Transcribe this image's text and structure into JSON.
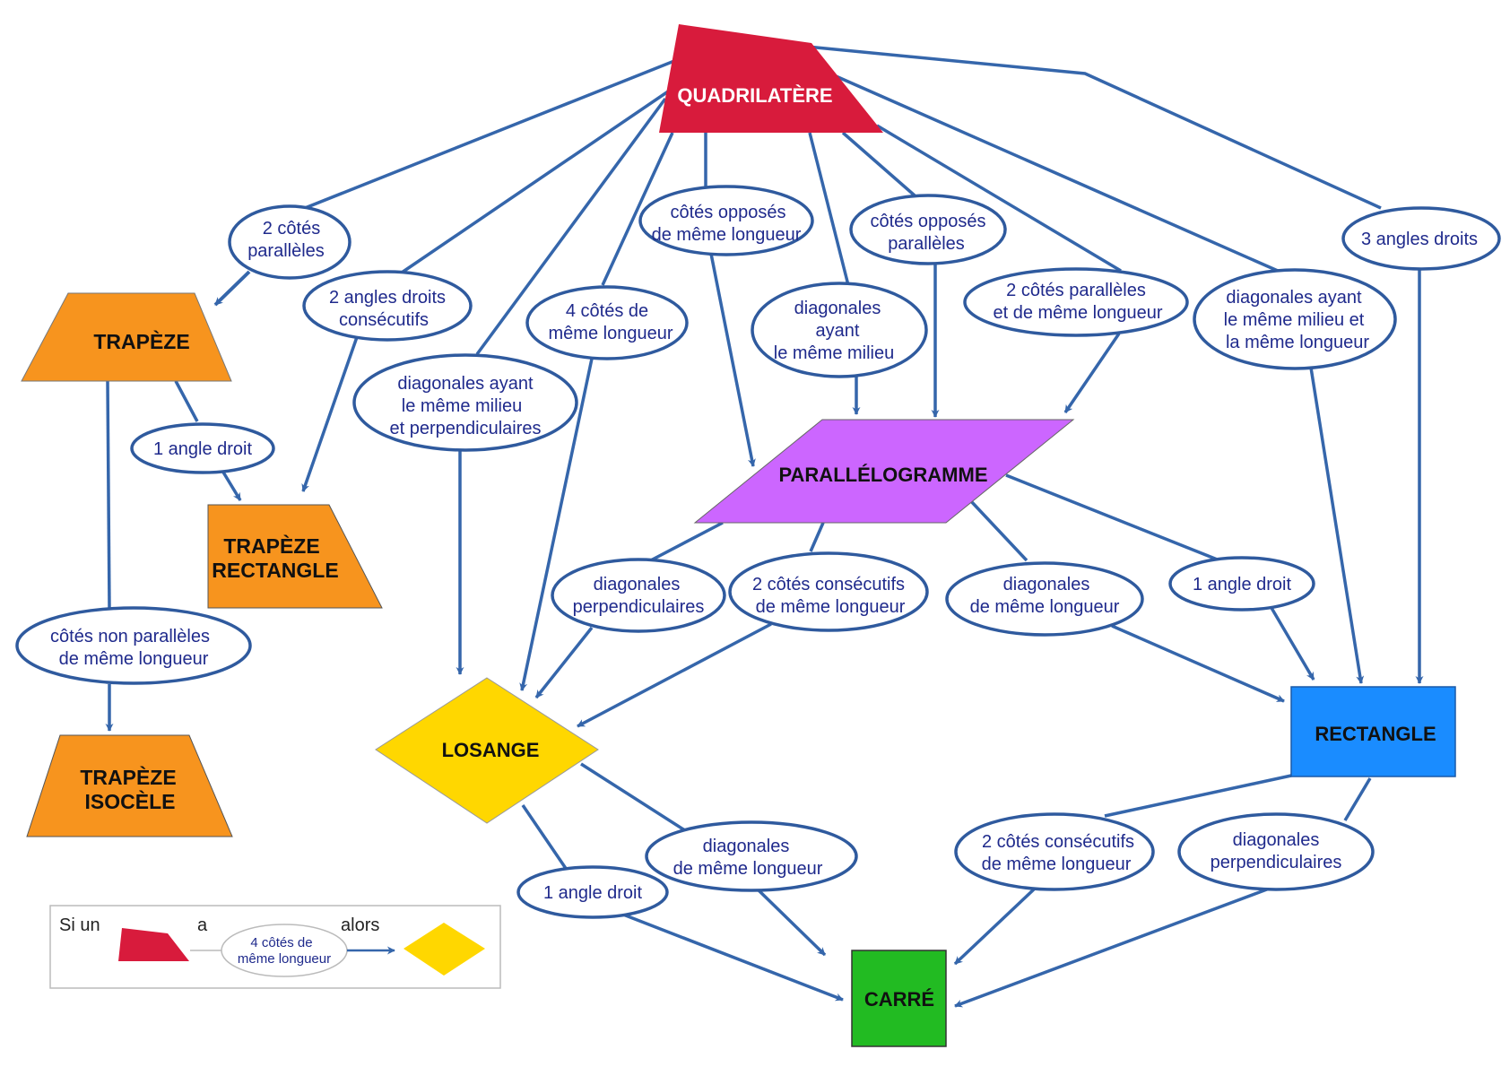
{
  "colors": {
    "quadrilatere": "#d81b3c",
    "trapeze": "#f7941e",
    "parallelogramme": "#cc66ff",
    "losange": "#ffd700",
    "rectangle": "#1a8cff",
    "carre": "#22bb22",
    "edge": "#3566ab",
    "ellipse_border": "#2f5a9e",
    "ellipse_text": "#1f2a8c"
  },
  "nodes": {
    "quadrilatere": "QUADRILATÈRE",
    "trapeze": "TRAPÈZE",
    "trapeze_rectangle": [
      "TRAPÈZE",
      "RECTANGLE"
    ],
    "trapeze_isocele": [
      "TRAPÈZE",
      "ISOCÈLE"
    ],
    "parallelogramme": "PARALLÉLOGRAMME",
    "losange": "LOSANGE",
    "rectangle": "RECTANGLE",
    "carre": "CARRÉ"
  },
  "conditions": {
    "c1": [
      "2 côtés",
      "parallèles"
    ],
    "c2": [
      "2 angles droits",
      "consécutifs"
    ],
    "c3": [
      "diagonales ayant",
      "le même milieu",
      "et perpendiculaires"
    ],
    "c4": [
      "4 côtés de",
      "même longueur"
    ],
    "c5": [
      "côtés opposés",
      "de même longueur"
    ],
    "c6": [
      "diagonales",
      "ayant",
      "le même milieu"
    ],
    "c7": [
      "côtés opposés",
      "parallèles"
    ],
    "c8": [
      "2 côtés parallèles",
      "et de même longueur"
    ],
    "c9": [
      "diagonales ayant",
      "le même milieu et",
      "la même longueur"
    ],
    "c10": [
      "3 angles droits"
    ],
    "c11": [
      "1 angle droit"
    ],
    "c12": [
      "côtés non parallèles",
      "de même longueur"
    ],
    "c13": [
      "diagonales",
      "perpendiculaires"
    ],
    "c14": [
      "2 côtés consécutifs",
      "de même longueur"
    ],
    "c15": [
      "diagonales",
      "de  même longueur"
    ],
    "c16": [
      "1 angle droit"
    ],
    "c17": [
      "diagonales",
      "de même longueur"
    ],
    "c18": [
      "1 angle droit"
    ],
    "c19": [
      "2 côtés consécutifs",
      "de même longueur"
    ],
    "c20": [
      "diagonales",
      "perpendiculaires"
    ]
  },
  "legend": {
    "si_un": "Si un",
    "a": "a",
    "alors": "alors",
    "condition": [
      "4 côtés de",
      "même longueur"
    ]
  }
}
